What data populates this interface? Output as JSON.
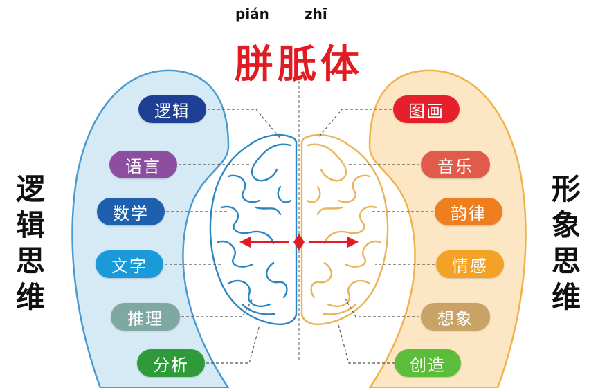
{
  "title": {
    "pinyin_left": "pián",
    "pinyin_right": "zhī",
    "text": "胼胝体"
  },
  "left_side": {
    "title": [
      "逻",
      "辑",
      "思",
      "维"
    ],
    "labels": [
      {
        "text": "逻辑",
        "color": "#1f3f95"
      },
      {
        "text": "语言",
        "color": "#8d4ea0"
      },
      {
        "text": "数学",
        "color": "#1e5fae"
      },
      {
        "text": "文字",
        "color": "#1a9ad9"
      },
      {
        "text": "推理",
        "color": "#7fa8a3"
      },
      {
        "text": "分析",
        "color": "#2e9a3a"
      }
    ]
  },
  "right_side": {
    "title": [
      "形",
      "象",
      "思",
      "维"
    ],
    "labels": [
      {
        "text": "图画",
        "color": "#e5202a"
      },
      {
        "text": "音乐",
        "color": "#e15b4b"
      },
      {
        "text": "韵律",
        "color": "#ef7f1e"
      },
      {
        "text": "情感",
        "color": "#f3a226"
      },
      {
        "text": "想象",
        "color": "#c8a266"
      },
      {
        "text": "创造",
        "color": "#5cbd3b"
      }
    ]
  },
  "colors": {
    "left_panel": "#d6eaf5",
    "left_border": "#4a9bd1",
    "right_panel": "#fde6c3",
    "right_border": "#f0b24b",
    "left_brain": "#2a86c2",
    "right_brain": "#e9b356",
    "arrow": "#e11b22"
  }
}
